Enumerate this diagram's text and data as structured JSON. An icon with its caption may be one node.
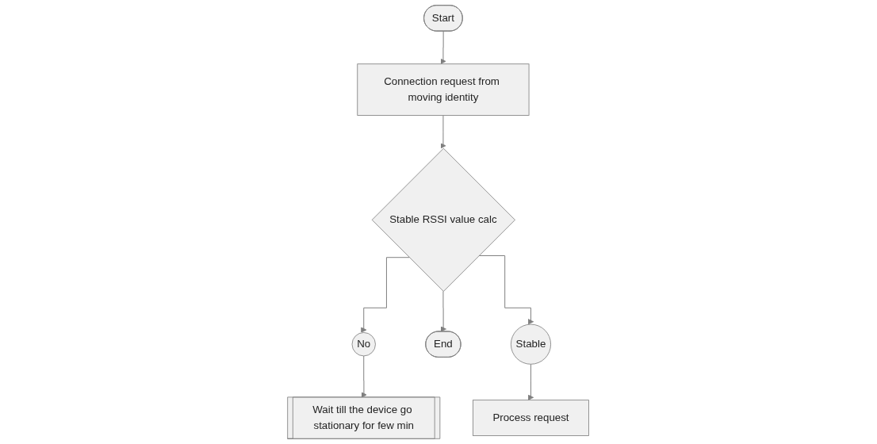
{
  "diagram": {
    "nodes": [
      {
        "text": [
          "Start"
        ]
      },
      {
        "text": [
          "Connection request from moving identity"
        ]
      },
      {
        "text": [
          "Stable RSSI value calc"
        ]
      },
      {
        "text": [
          "No"
        ]
      },
      {
        "text": [
          "Wait till the device go stationary for few min"
        ]
      },
      {
        "text": [
          "End"
        ]
      },
      {
        "text": [
          "Stable"
        ]
      },
      {
        "text": [
          "Process request"
        ]
      }
    ],
    "edges": [
      {
        "from": 0,
        "to": 1,
        "arrow": "to"
      },
      {
        "from": 1,
        "to": 2,
        "arrow": "to"
      },
      {
        "from": 2,
        "to": 3,
        "arrow": "to"
      },
      {
        "from": 3,
        "to": 4,
        "arrow": "to"
      },
      {
        "from": 2,
        "to": 5,
        "arrow": "to"
      },
      {
        "from": 2,
        "to": 6,
        "arrow": "to"
      },
      {
        "from": 6,
        "to": 7,
        "arrow": "to"
      }
    ]
  }
}
